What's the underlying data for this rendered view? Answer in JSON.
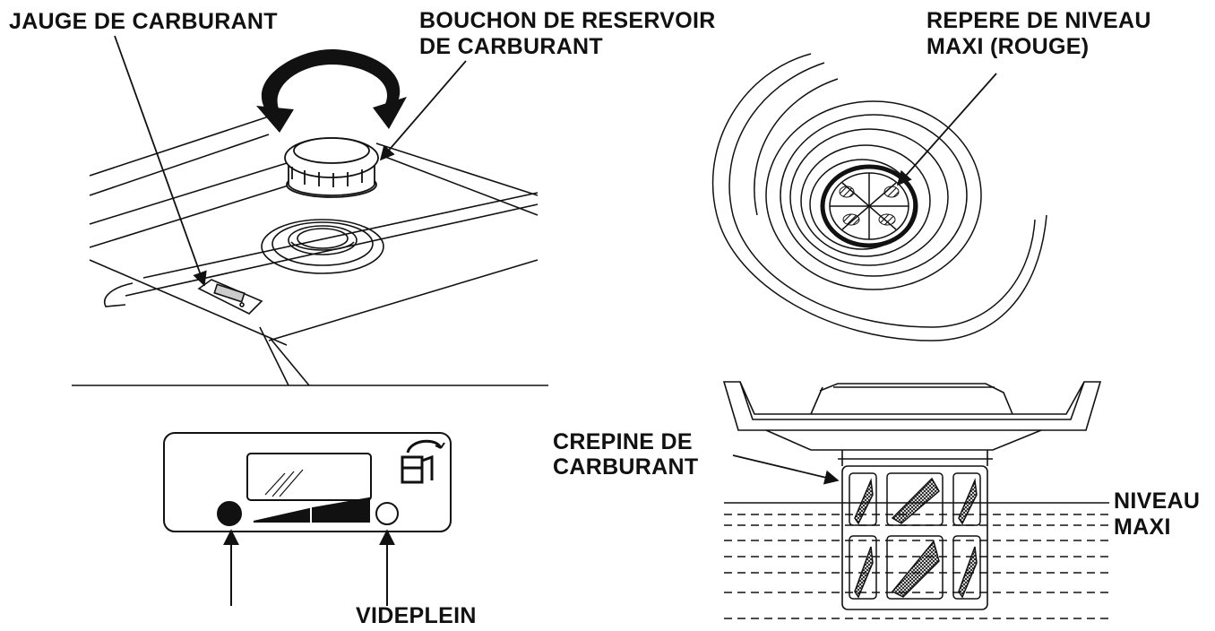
{
  "labels": {
    "fuel_gauge": "JAUGE DE CARBURANT",
    "fuel_cap_line1": "BOUCHON DE RESERVOIR",
    "fuel_cap_line2": "DE CARBURANT",
    "max_mark_line1": "REPERE DE NIVEAU",
    "max_mark_line2": "MAXI (ROUGE)",
    "strainer_line1": "CREPINE DE",
    "strainer_line2": "CARBURANT",
    "max_level_line1": "NIVEAU",
    "max_level_line2": "MAXI",
    "empty_full": "VIDEPLEIN"
  },
  "colors": {
    "ink": "#111111",
    "paper": "#ffffff"
  },
  "icons": {
    "gauge_icon": "fuel-pump-icon",
    "rotation": "rotate-arrow-icon"
  }
}
